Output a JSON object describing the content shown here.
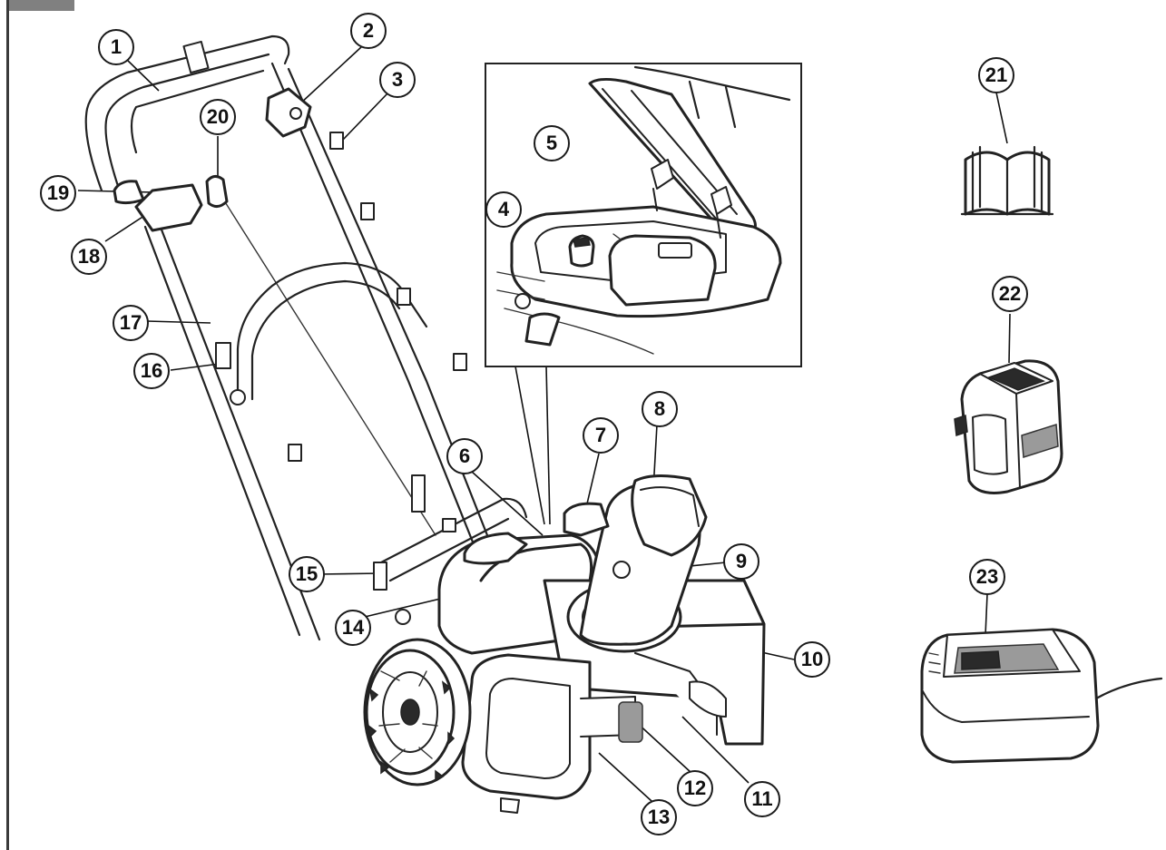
{
  "callouts": [
    {
      "id": "c1",
      "label": "1"
    },
    {
      "id": "c2",
      "label": "2"
    },
    {
      "id": "c3",
      "label": "3"
    },
    {
      "id": "c4",
      "label": "4"
    },
    {
      "id": "c5",
      "label": "5"
    },
    {
      "id": "c6",
      "label": "6"
    },
    {
      "id": "c7",
      "label": "7"
    },
    {
      "id": "c8",
      "label": "8"
    },
    {
      "id": "c9",
      "label": "9"
    },
    {
      "id": "c10",
      "label": "10"
    },
    {
      "id": "c11",
      "label": "11"
    },
    {
      "id": "c12",
      "label": "12"
    },
    {
      "id": "c13",
      "label": "13"
    },
    {
      "id": "c14",
      "label": "14"
    },
    {
      "id": "c15",
      "label": "15"
    },
    {
      "id": "c16",
      "label": "16"
    },
    {
      "id": "c17",
      "label": "17"
    },
    {
      "id": "c18",
      "label": "18"
    },
    {
      "id": "c19",
      "label": "19"
    },
    {
      "id": "c20",
      "label": "20"
    },
    {
      "id": "c21",
      "label": "21"
    },
    {
      "id": "c22",
      "label": "22"
    },
    {
      "id": "c23",
      "label": "23"
    }
  ],
  "accessories": [
    {
      "name": "manual-book-icon"
    },
    {
      "name": "battery-pack-icon"
    },
    {
      "name": "battery-charger-icon"
    }
  ],
  "colors": {
    "line": "#222222",
    "tab": "#808080",
    "background": "#ffffff"
  }
}
